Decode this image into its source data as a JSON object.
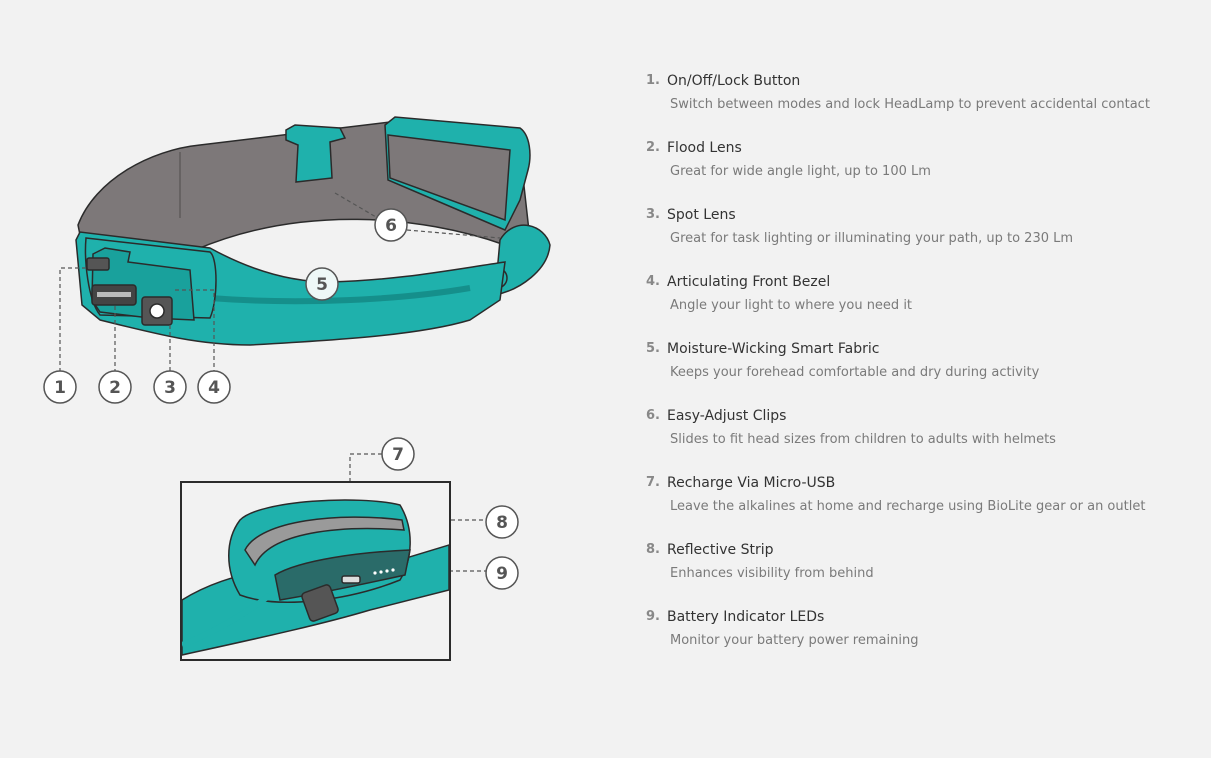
{
  "colors": {
    "background": "#f2f2f2",
    "teal": "#1fb1ac",
    "teal_dark": "#158f8b",
    "band": "#7d7879",
    "outline": "#2b2b2b"
  },
  "markers": [
    "1",
    "2",
    "3",
    "4",
    "5",
    "6",
    "7",
    "8",
    "9"
  ],
  "features": [
    {
      "number": "1.",
      "title": "On/Off/Lock Button",
      "description": "Switch between modes and lock HeadLamp to prevent accidental contact"
    },
    {
      "number": "2.",
      "title": "Flood Lens",
      "description": "Great for wide angle light, up to 100 Lm"
    },
    {
      "number": "3.",
      "title": "Spot Lens",
      "description": "Great for task lighting or illuminating your path, up to 230 Lm"
    },
    {
      "number": "4.",
      "title": "Articulating Front Bezel",
      "description": "Angle your light to where you need it"
    },
    {
      "number": "5.",
      "title": "Moisture-Wicking Smart Fabric",
      "description": "Keeps your forehead comfortable and dry during activity"
    },
    {
      "number": "6.",
      "title": "Easy-Adjust Clips",
      "description": "Slides to fit head sizes from children to adults with helmets"
    },
    {
      "number": "7.",
      "title": "Recharge Via Micro-USB",
      "description": "Leave the alkalines at home and recharge using BioLite gear or an outlet"
    },
    {
      "number": "8.",
      "title": "Reflective Strip",
      "description": "Enhances visibility from behind"
    },
    {
      "number": "9.",
      "title": "Battery Indicator LEDs",
      "description": "Monitor your battery power remaining"
    }
  ]
}
